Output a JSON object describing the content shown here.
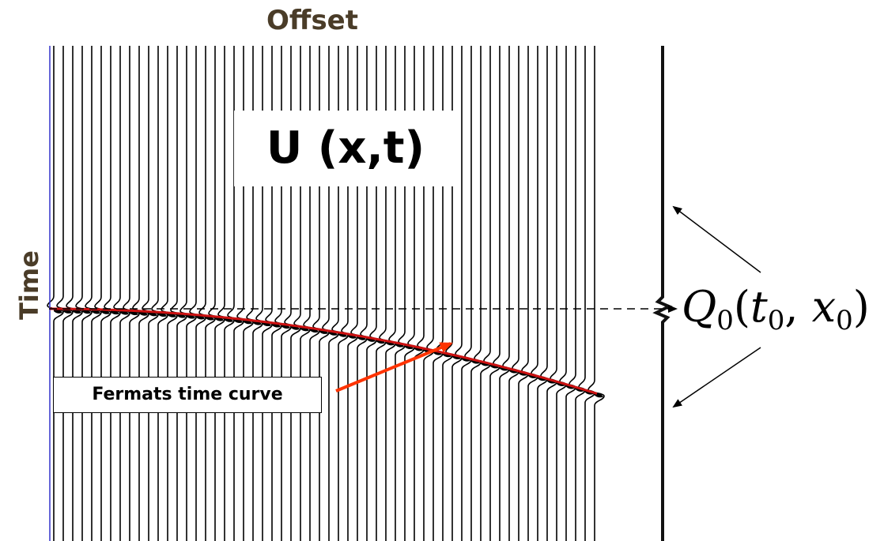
{
  "axes": {
    "x_label": "Offset",
    "y_label": "Time"
  },
  "field_label": "U (x,t)",
  "curve_label": "Fermats time curve",
  "point_label": {
    "symbol": "Q",
    "symbol_subscript": "0",
    "open": "(",
    "arg1": "t",
    "arg1_subscript": "0",
    "comma": ",",
    "arg2": "x",
    "arg2_subscript": "0",
    "close": ")"
  },
  "colors": {
    "traces": "#000000",
    "curve": "#cc1111",
    "pointer_arrow": "#ff3300",
    "axis_text": "#4a3c28",
    "left_edge": "#3333cc"
  },
  "traces": {
    "count": 58,
    "event_time_shape": "hyperbolic moveout increasing with offset"
  }
}
